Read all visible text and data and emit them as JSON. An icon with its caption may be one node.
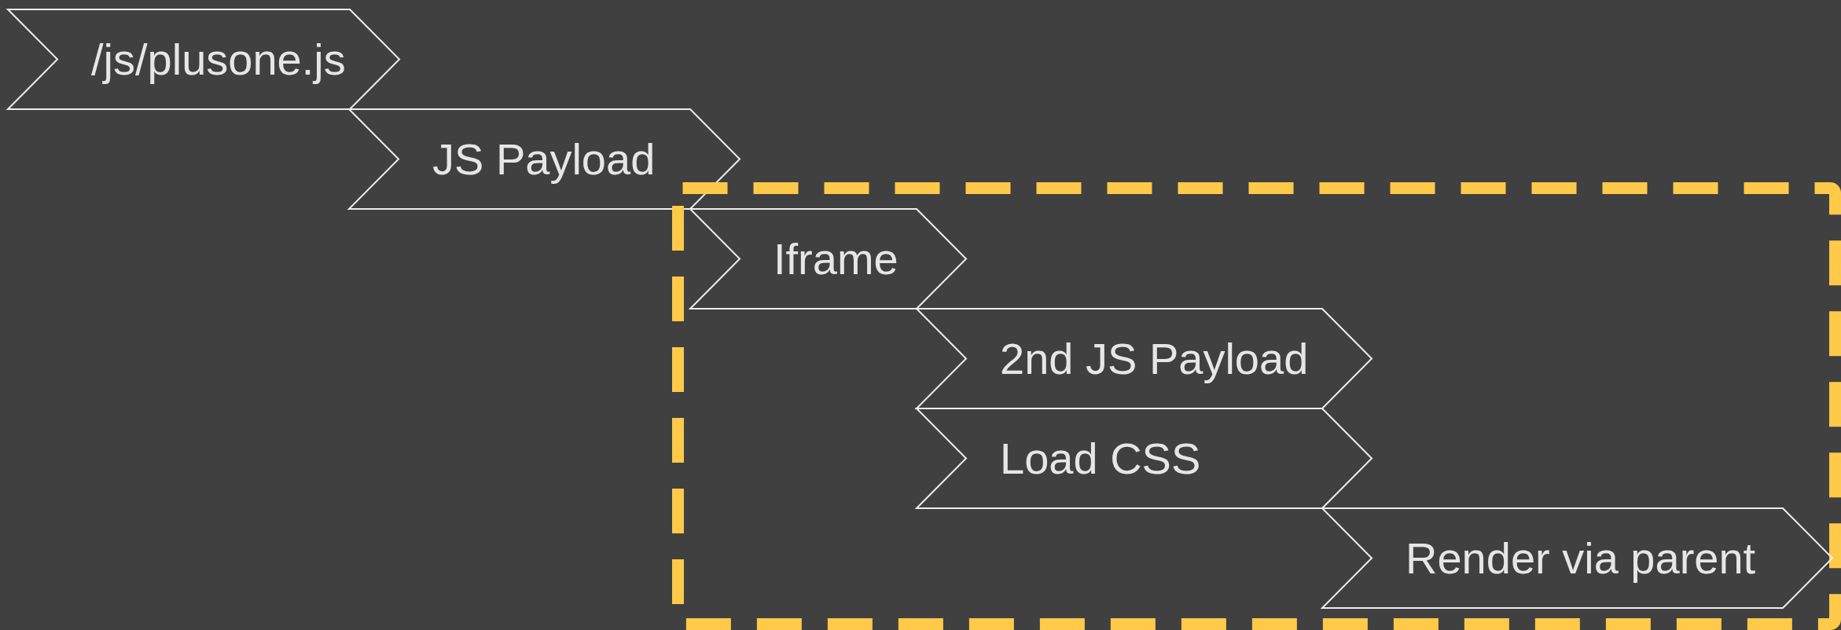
{
  "diagram": {
    "nodes": [
      {
        "text": [
          "/js/plusone.js"
        ]
      },
      {
        "text": [
          "JS Payload"
        ]
      },
      {
        "text": [],
        "shape": "box"
      },
      {
        "text": [
          "Iframe"
        ],
        "in": 2
      },
      {
        "text": [
          "2nd JS Payload"
        ],
        "in": 2
      },
      {
        "text": [
          "Load CSS"
        ],
        "in": 2
      },
      {
        "text": [
          "Render via parent"
        ],
        "in": 2
      }
    ]
  }
}
